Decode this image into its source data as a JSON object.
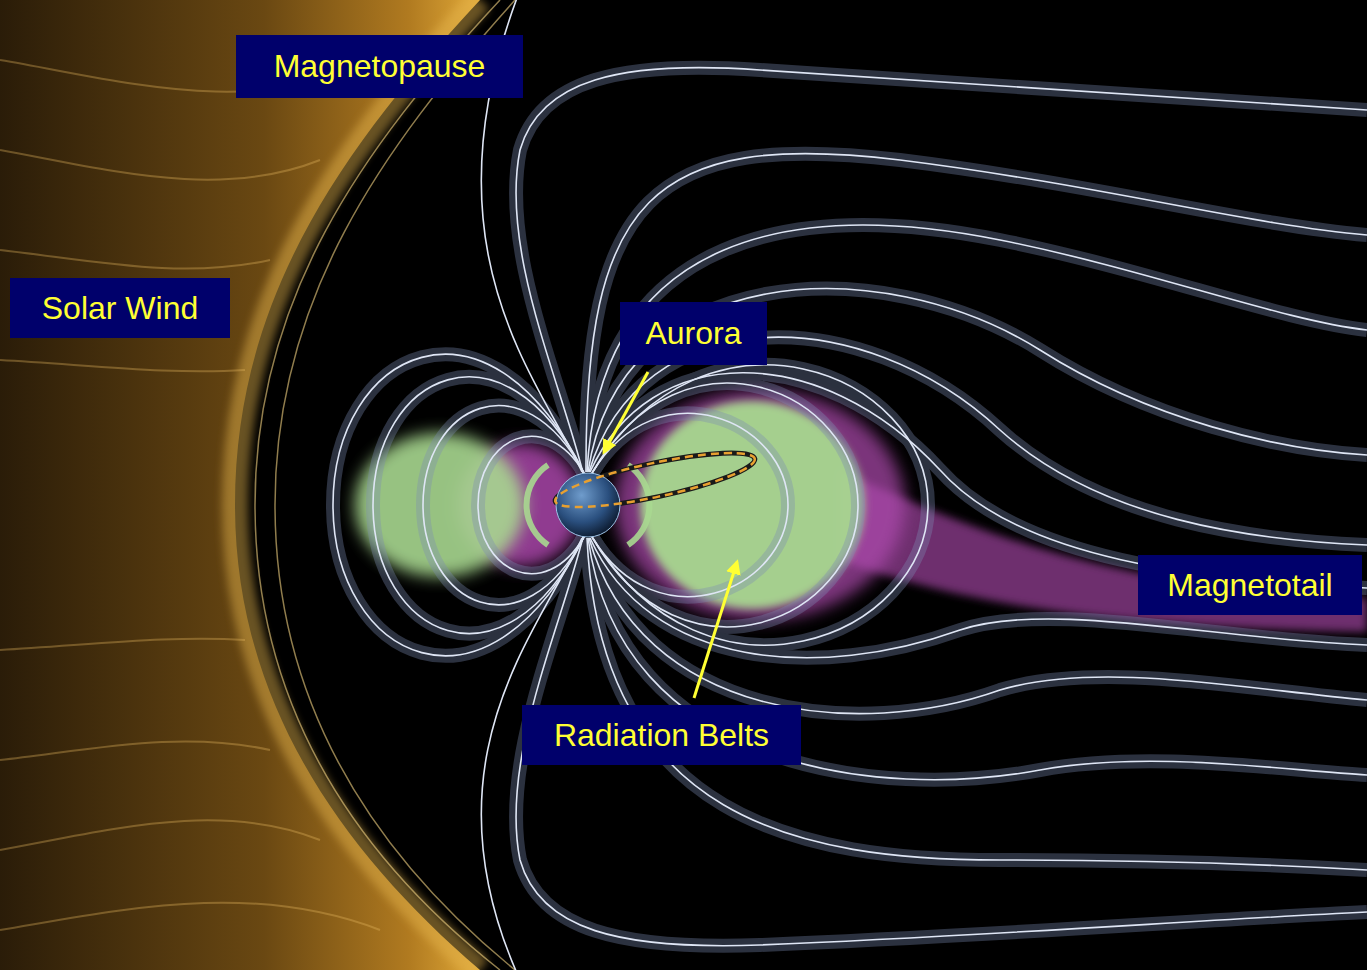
{
  "diagram": {
    "nodes": [
      {
        "text": [
          "Magnetopause"
        ]
      },
      {
        "text": [
          "Solar Wind"
        ]
      },
      {
        "text": [
          "Aurora"
        ]
      },
      {
        "text": [
          "Magnetotail"
        ]
      },
      {
        "text": [
          "Radiation Belts"
        ]
      }
    ]
  }
}
